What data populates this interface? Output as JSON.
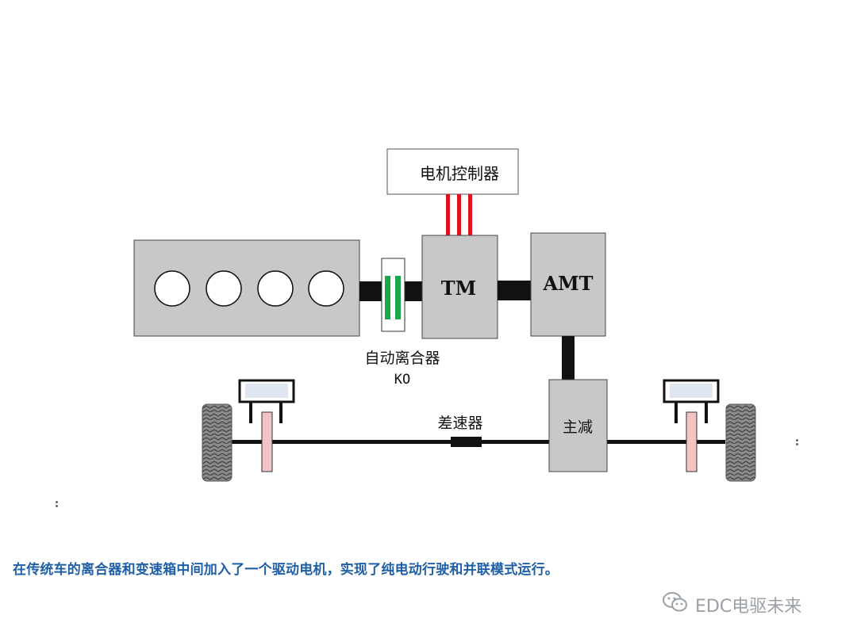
{
  "diagram": {
    "motor_controller_label": "电机控制器",
    "tm_label": "TM",
    "amt_label": "AMT",
    "clutch_label": "自动离合器",
    "clutch_code": "KO",
    "differential_label": "差速器",
    "final_drive_label": "主减"
  },
  "caption": "在传统车的离合器和变速箱中间加入了一个驱动电机，实现了纯电动行驶和并联模式运行。",
  "watermark": {
    "text": "EDC电驱未来",
    "icon": "wechat-icon"
  },
  "colors": {
    "block_fill": "#c8c8c8",
    "clutch_plate": "#1aa84a",
    "hv_cable": "#e0141e",
    "caption": "#1f5fa8",
    "caliper_pink": "#f4c4c4",
    "watermark": "#9aa0a6"
  }
}
